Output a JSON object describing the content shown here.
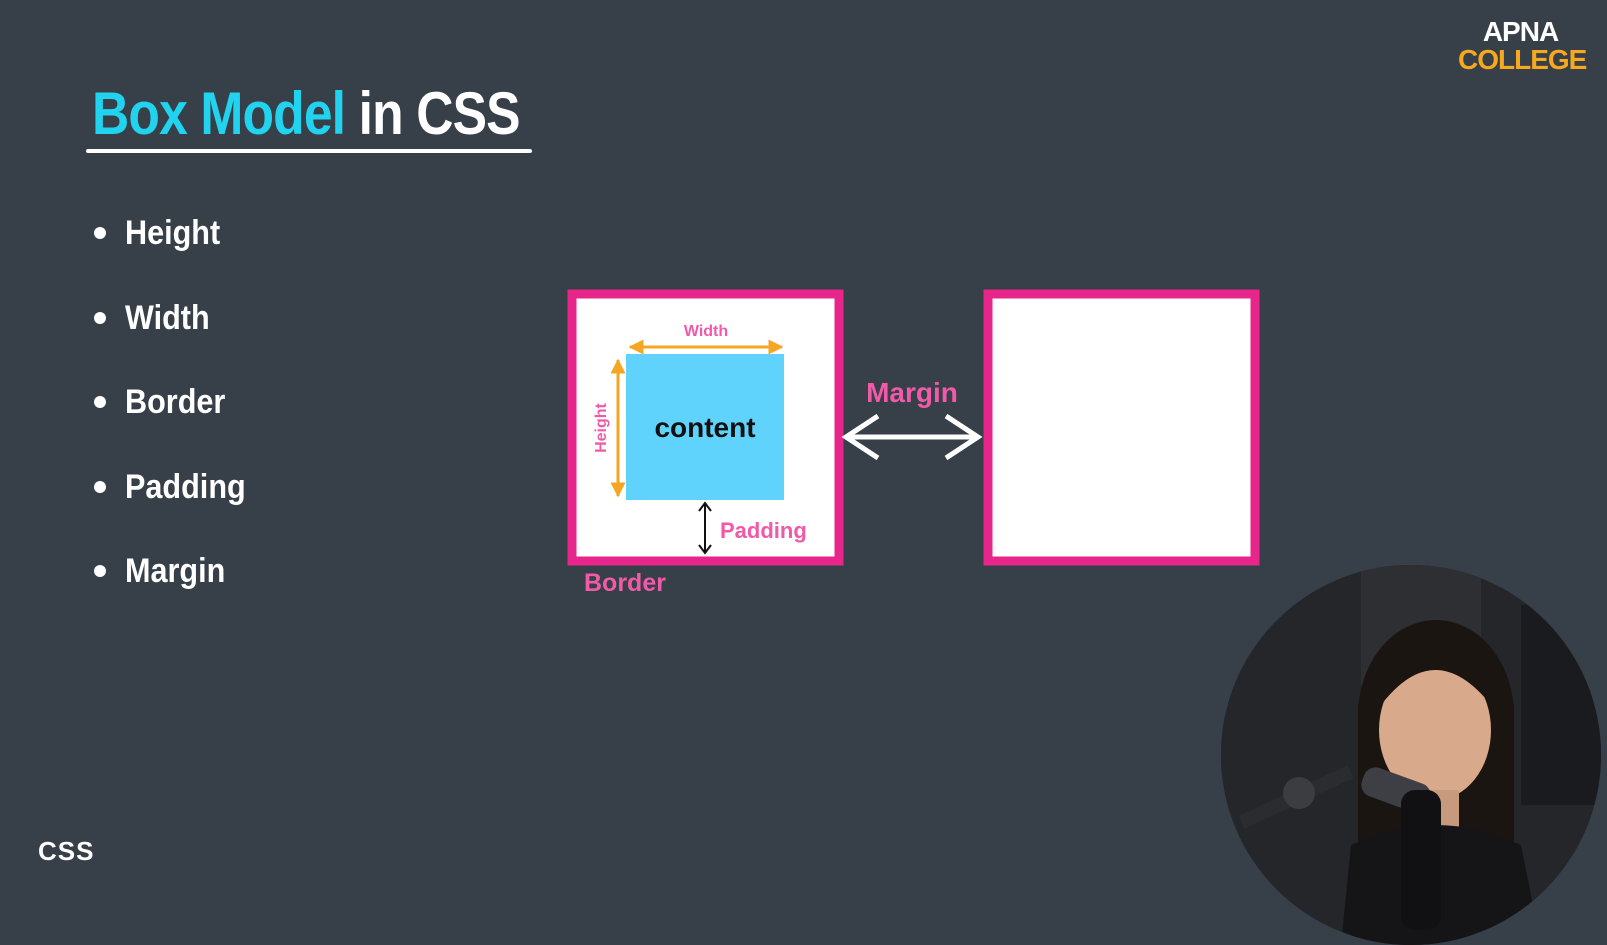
{
  "slide": {
    "title_accent": "Box Model",
    "title_rest": " in CSS",
    "bullets": [
      "Height",
      "Width",
      "Border",
      "Padding",
      "Margin"
    ],
    "footer": "CSS"
  },
  "logo": {
    "line1": "APNA",
    "line2": "COLLEGE"
  },
  "diagram": {
    "content_label": "content",
    "width_label": "Width",
    "height_label": "Height",
    "padding_label": "Padding",
    "border_label": "Border",
    "margin_label": "Margin",
    "colors": {
      "border": "#e7258b",
      "content": "#5fd3fb",
      "dimension_arrow": "#f5a623",
      "label_pink": "#f15aa8",
      "accent_title": "#22d3f0",
      "background": "#373f48"
    }
  },
  "webcam": {
    "description_icon": "presenter-webcam"
  }
}
